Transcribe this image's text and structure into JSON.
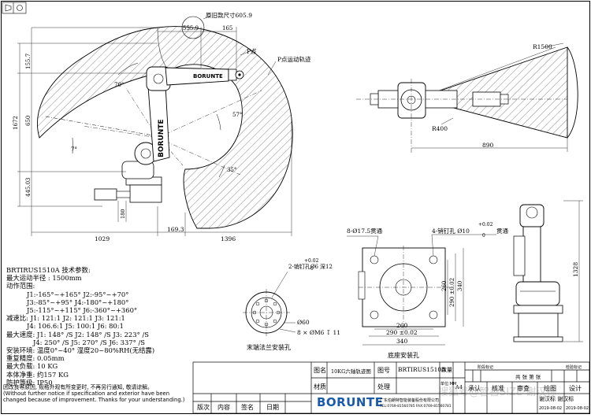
{
  "top_view": {
    "old_size_note": "原旧款尺寸605.9",
    "dim_555_9": "555.9",
    "dim_165": "165",
    "label_p_point": "P点",
    "label_p_trajectory": "P点运动轨迹",
    "dim_155_7": "155.7",
    "dim_1672": "1672",
    "dim_650": "650",
    "dim_445_03": "445.03",
    "dim_180": "180",
    "dim_1029": "1029",
    "dim_169_3": "169.3",
    "dim_1396": "1396",
    "angle_70": "70°",
    "angle_57": "57°",
    "angle_7": "7°",
    "angle_35": "35°",
    "arm_brand_text": "BORUNTE"
  },
  "plan_view": {
    "dim_r1500": "R1500",
    "dim_r400": "R400",
    "dim_890": "890"
  },
  "base_view": {
    "label_through_hole": "8-Ø17.5贯通",
    "label_pin_hole": "4-销钉孔 Ø10",
    "label_pin_through": "贯通",
    "tol_plus": "+0.02",
    "tol_zero": "0",
    "dim_260_h": "260",
    "dim_290_h": "290 ±0.02",
    "dim_340_h": "340",
    "dim_260_v": "260",
    "dim_290_v": "290 ±0.02",
    "dim_340_v": "340",
    "caption": "底座安装孔"
  },
  "flange_view": {
    "label_pin": "2-销钉孔Ø6",
    "tol_plus": "+0.02",
    "tol_zero": "0",
    "depth": "深12",
    "dim_phi60": "Ø60",
    "dim_thread": "8 × ØM6 ↧ 11",
    "caption": "末端法兰安装孔"
  },
  "side_view": {
    "dim_1328": "1328"
  },
  "specs": {
    "title": "BRTIRUS1510A 技术参数:",
    "reach": "最大运动半径 : 1500mm",
    "range_label": "动作范围:",
    "range_row1": "J1:-165°~+165°   J2:-95°~+70°",
    "range_row2": "J3:-85°~+95°    J4:-180°~+180°",
    "range_row3": "J5:-115°~+115°  J6:-360°~+360°",
    "ratio_row1": "减速比: J1: 121:1       J2: 121:1      J3: 121:1",
    "ratio_row2": "J4: 106.6:1   J5: 100:1      J6: 80:1",
    "speed_row1": "最大速度: J1: 148° /S    J2: 148° /S    J3: 223° /S",
    "speed_row2": "J4: 250° /S    J5: 270° /S    J6: 337° /S",
    "env": "安装环境: 温度0°~40°     湿度20~80%RH(无结露)",
    "repeat": "重复精度: 0.05mm",
    "load": "最大负载: 10 KG",
    "weight": "本体净重: 约157 KG",
    "protection": "防护等级: IP50"
  },
  "footnote": {
    "cn": "因改良等原因, 规格外观有所变更时, 不再另行通知, 敬请谅解。",
    "en1": "(Without further notice if specification and exterior have been",
    "en2": "changed because of improvement. Thanks for your understanding.)"
  },
  "title_block": {
    "drawing_name_label": "图名",
    "drawing_name": "10KG六轴轨迹图",
    "drawing_no_label": "图号",
    "drawing_no": "BRTIRUS1510A",
    "qty_label": "数量",
    "stage_label": "阶段标记",
    "sheets": "共  张  第  张",
    "inspect_label": "检验标记",
    "material_label": "材质",
    "process_label": "处理",
    "unit_label": "单位:MM",
    "paper": "A4",
    "approve": "承认",
    "verify": "核准",
    "review": "审查",
    "draw": "绘图",
    "design": "设计",
    "names": "谢汉标  谢汉标",
    "date1": "2019-08-02",
    "date2": "2019-08-02",
    "version": "版次",
    "content": "内容",
    "signature": "签名",
    "date_label": "日期",
    "brand": "BORUNTE",
    "company": "广东伯朗特智能装备股份有限公司",
    "contact": "TEL:0769-81560785  FAX:0769-81560781"
  },
  "watermark": "搜狐号@智善SIZE·谢汉标"
}
